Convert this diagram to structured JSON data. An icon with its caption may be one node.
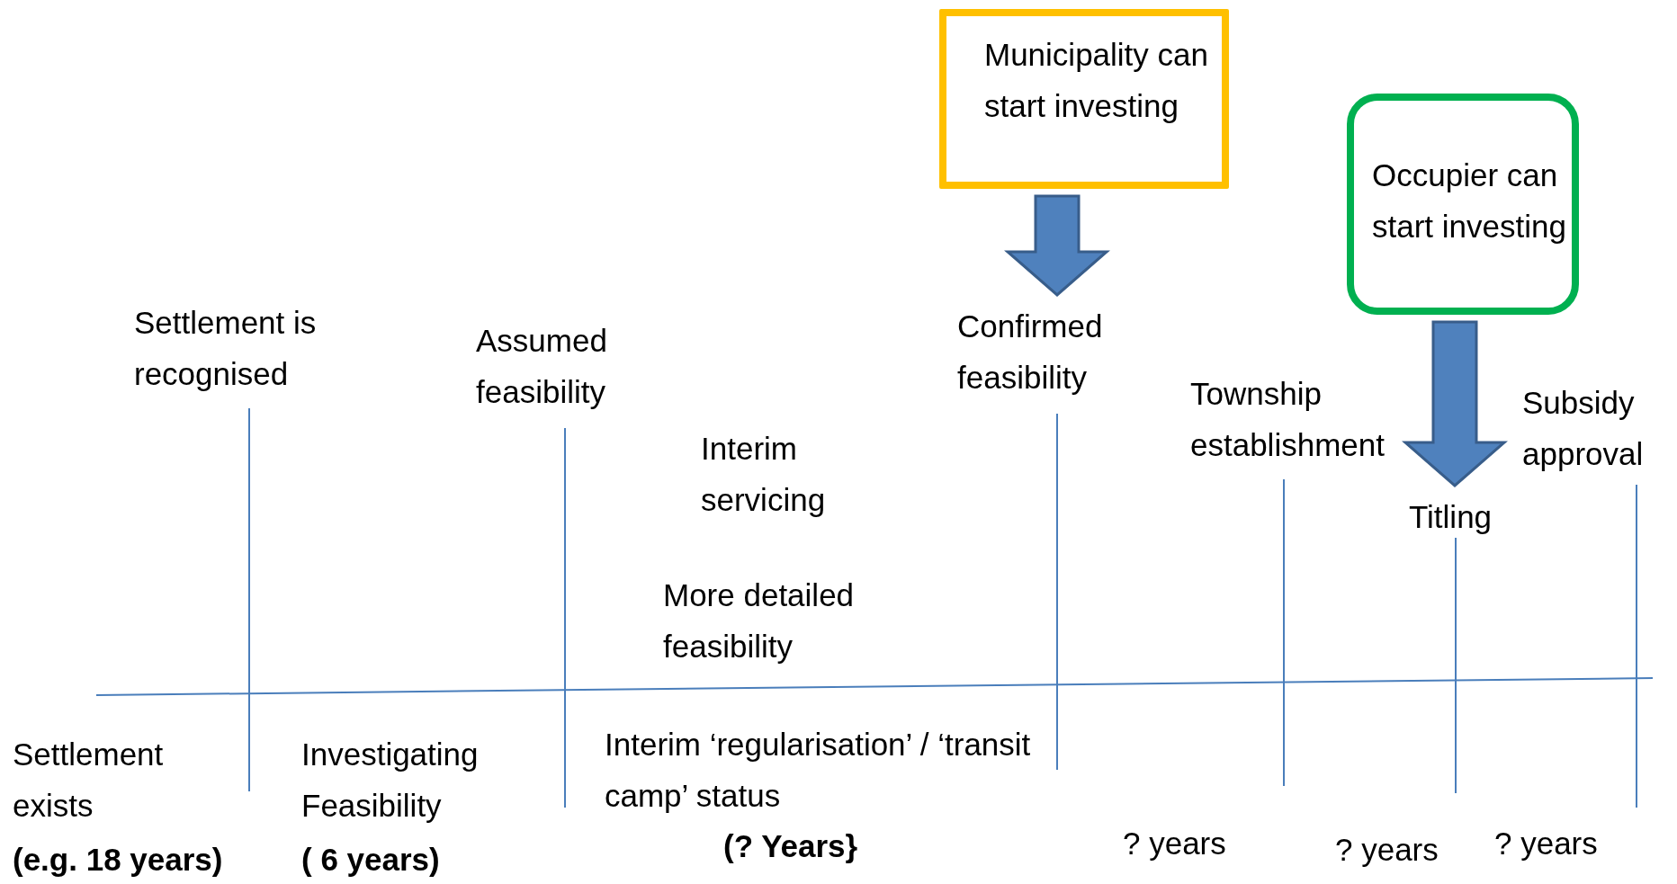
{
  "diagram": {
    "nodes": [
      {
        "text": [
          "Municipality can start investing"
        ]
      },
      {
        "text": [
          "Confirmed feasibility"
        ]
      },
      {
        "text": [
          "Occupier can start investing"
        ]
      },
      {
        "text": [
          "Titling"
        ]
      }
    ],
    "edges": [
      {
        "from": 0,
        "to": 1,
        "arrow": "to"
      },
      {
        "from": 2,
        "to": 3,
        "arrow": "to"
      }
    ],
    "labels": [
      "Settlement is recognised",
      "Assumed feasibility",
      "Interim servicing",
      "Township establishment",
      "Subsidy approval",
      "More detailed feasibility",
      "Settlement exists",
      "Investigating Feasibility",
      "Interim ‘regularisation’ / ‘transit camp’ status",
      "(e.g. 18 years)",
      "( 6 years)",
      "(? Years}",
      "? years",
      "? years",
      "? years"
    ]
  }
}
